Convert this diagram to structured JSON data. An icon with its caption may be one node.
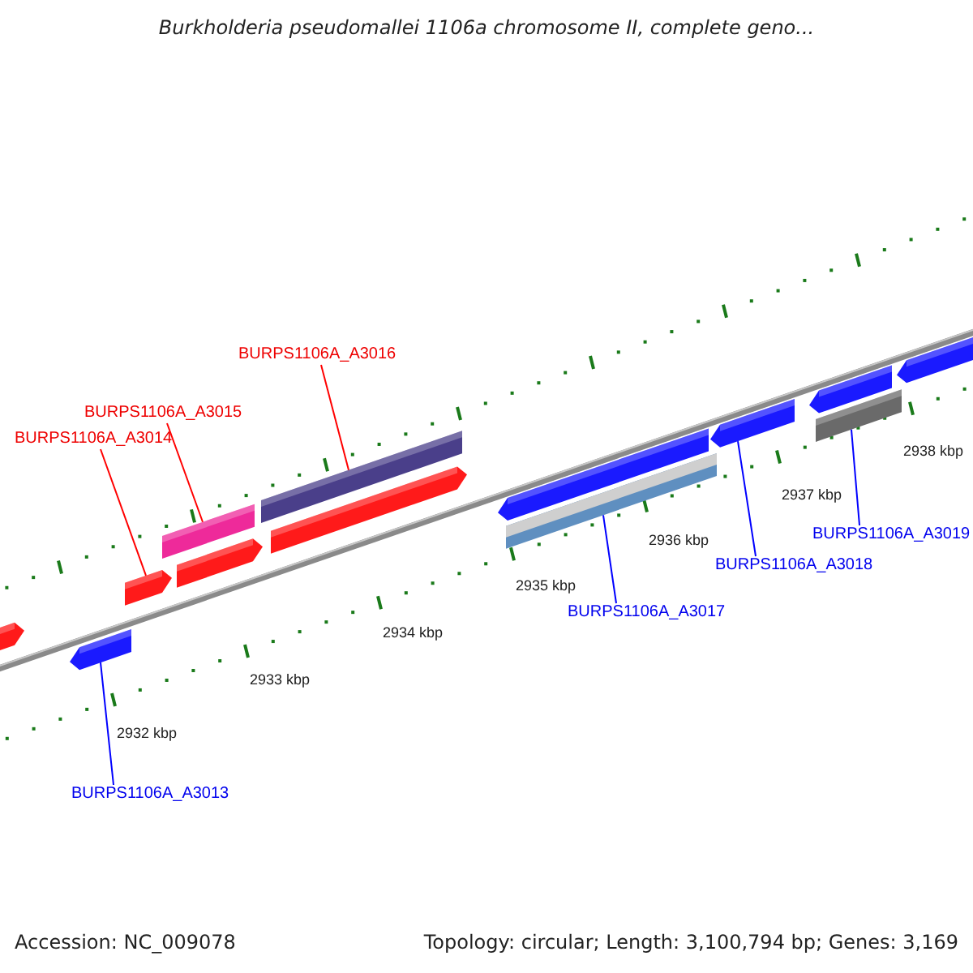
{
  "diagram": {
    "title": "Burkholderia pseudomallei 1106a chromosome II, complete geno...",
    "nodes": [
      {
        "text": [
          "BURPS1106A_A3016"
        ]
      },
      {
        "text": [
          "BURPS1106A_A3015"
        ]
      },
      {
        "text": [
          "BURPS1106A_A3014"
        ]
      },
      {
        "text": [
          "BURPS1106A_A3019"
        ]
      },
      {
        "text": [
          "BURPS1106A_A3018"
        ]
      },
      {
        "text": [
          "BURPS1106A_A3017"
        ]
      },
      {
        "text": [
          "BURPS1106A_A3013"
        ]
      },
      {
        "text": [],
        "shape": "bar"
      },
      {
        "text": [],
        "shape": "bar"
      },
      {
        "text": [],
        "shape": "bar"
      },
      {
        "text": [],
        "shape": "bar"
      },
      {
        "text": [],
        "shape": "bar"
      },
      {
        "text": [],
        "shape": "bar"
      },
      {
        "text": [],
        "shape": "bar"
      },
      {
        "text": [],
        "shape": "bar"
      },
      {
        "text": [],
        "shape": "bar"
      },
      {
        "text": [],
        "shape": "bar"
      },
      {
        "text": [],
        "shape": "bar"
      },
      {
        "text": [],
        "shape": "bar"
      },
      {
        "text": [],
        "shape": "bar"
      }
    ],
    "edges": [
      {
        "from": 0,
        "to": 12,
        "arrow": "none",
        "color": "#ff0000"
      },
      {
        "from": 1,
        "to": 10,
        "arrow": "none",
        "color": "#ff0000"
      },
      {
        "from": 2,
        "to": 9,
        "arrow": "none",
        "color": "#ff0000"
      },
      {
        "from": 3,
        "to": 18,
        "arrow": "none",
        "color": "#0000ff"
      },
      {
        "from": 4,
        "to": 16,
        "arrow": "none",
        "color": "#0000ff"
      },
      {
        "from": 5,
        "to": 15,
        "arrow": "none",
        "color": "#0000ff"
      },
      {
        "from": 6,
        "to": 8,
        "arrow": "none",
        "color": "#0000ff"
      }
    ],
    "labels": [
      "2932 kbp",
      "2933 kbp",
      "2934 kbp",
      "2935 kbp",
      "2936 kbp",
      "2937 kbp",
      "2938 kbp",
      "Accession: NC_009078",
      "Topology: circular; Length: 3,100,794 bp; Genes: 3,169"
    ]
  }
}
